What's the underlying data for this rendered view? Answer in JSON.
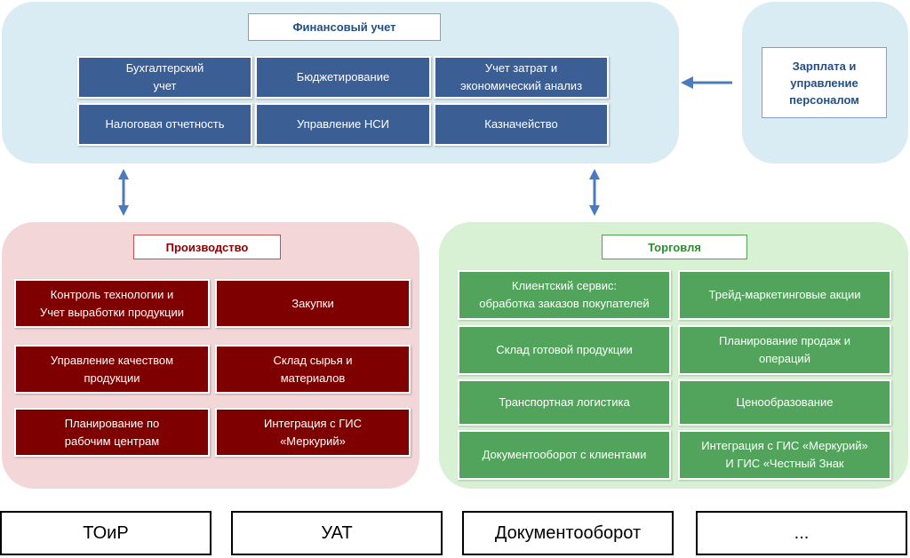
{
  "colors": {
    "finance_panel": "#d9ebf3",
    "finance_module": "#3b5f95",
    "production_panel": "#f2d6d8",
    "production_module": "#7f0000",
    "trade_panel": "#d8f0d4",
    "trade_module": "#52a45c",
    "arrow": "#4a7bbd"
  },
  "finance": {
    "title": "Финансовый учет",
    "modules": [
      "Бухгалтерский\nучет",
      "Бюджетирование",
      "Учет затрат и\nэкономический анализ",
      "Налоговая отчетность",
      "Управление НСИ",
      "Казначейство"
    ]
  },
  "hr": {
    "label": "Зарплата и\nуправление\nперсоналом"
  },
  "production": {
    "title": "Производство",
    "modules": [
      "Контроль технологии и\nУчет выработки продукции",
      "Закупки",
      "Управление качеством\nпродукции",
      "Склад сырья и\nматериалов",
      "Планирование по\nрабочим центрам",
      "Интеграция с ГИС\n«Меркурий»"
    ]
  },
  "trade": {
    "title": "Торговля",
    "modules": [
      "Клиентский сервис:\nобработка заказов покупателей",
      "Трейд-маркетинговые акции",
      "Склад готовой продукции",
      "Планирование  продаж и\nопераций",
      "Транспортная логистика",
      "Ценообразование",
      "Документооборот с клиентами",
      "Интеграция с  ГИС «Меркурий»\nИ ГИС  «Честный Знак"
    ]
  },
  "bottom": {
    "items": [
      "ТОиР",
      "УАТ",
      "Документооборот",
      "..."
    ]
  },
  "icons": {
    "hr_to_finance": "arrow-left-icon",
    "finance_production": "arrow-up-down-icon",
    "finance_trade": "arrow-up-down-icon"
  }
}
